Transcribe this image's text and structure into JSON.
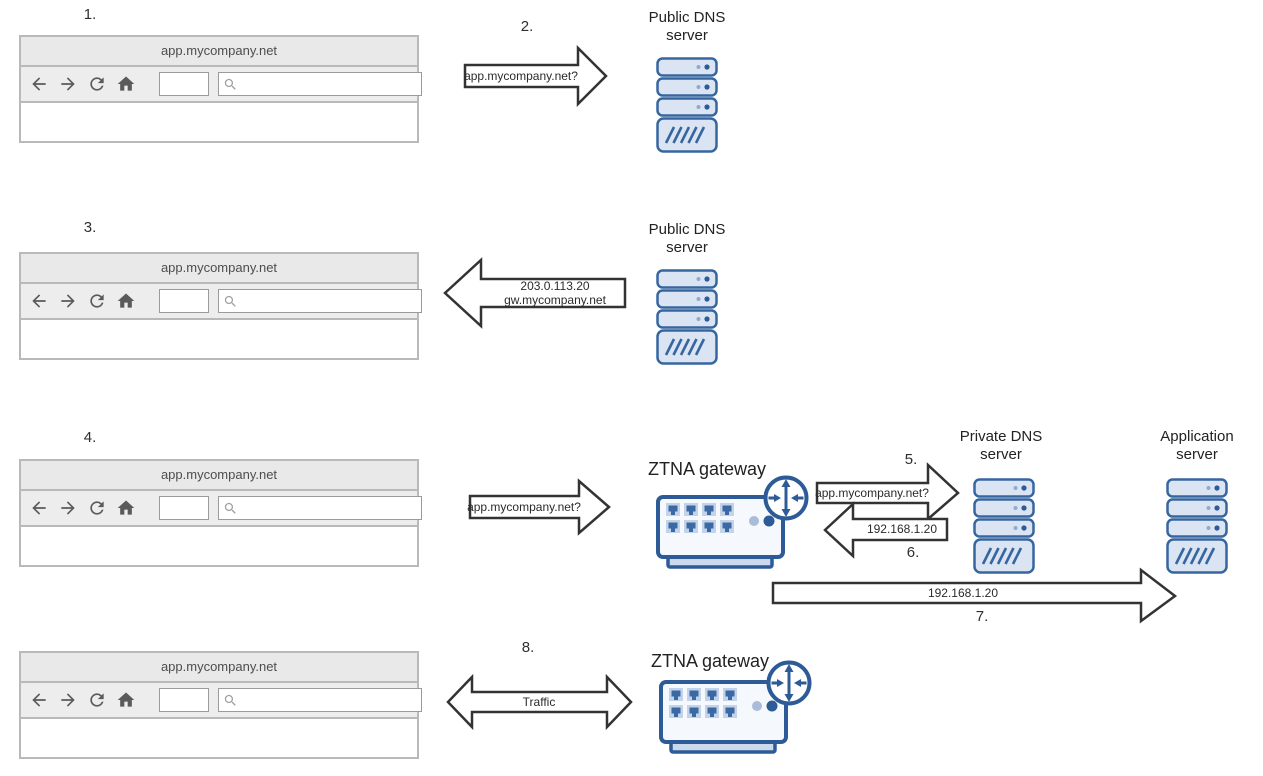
{
  "colors": {
    "server_fill": "#dbe4f2",
    "server_stroke": "#36669f",
    "gateway_stroke": "#2d5b97",
    "gateway_fill": "#f5f8fc",
    "arrow_stroke": "#333333",
    "browser_chrome": "#e9e9e9",
    "browser_border": "#b9b9b9",
    "icon_gray": "#5a5a5a"
  },
  "steps": {
    "s1": "1.",
    "s2": "2.",
    "s3": "3.",
    "s4": "4.",
    "s5": "5.",
    "s6": "6.",
    "s7": "7.",
    "s8": "8."
  },
  "browsers": [
    {
      "url": "app.mycompany.net"
    },
    {
      "url": "app.mycompany.net"
    },
    {
      "url": "app.mycompany.net"
    },
    {
      "url": "app.mycompany.net"
    }
  ],
  "browser_icons": [
    "back-arrow",
    "forward-arrow",
    "refresh",
    "home",
    "search-magnifier"
  ],
  "nodes": {
    "public_dns_top": {
      "line1": "Public DNS",
      "line2": "server"
    },
    "public_dns_mid": {
      "line1": "Public DNS",
      "line2": "server"
    },
    "private_dns": {
      "line1": "Private DNS",
      "line2": "server"
    },
    "application_server": {
      "line1": "Application",
      "line2": "server"
    },
    "ztna_gateway_main": {
      "label": "ZTNA gateway"
    },
    "ztna_gateway_bottom": {
      "label": "ZTNA gateway"
    }
  },
  "arrows": {
    "dns_query_public": {
      "label": "app.mycompany.net?",
      "direction": "right"
    },
    "dns_response_public": {
      "line1": "203.0.113.20",
      "line2": "gw.mycompany.net",
      "direction": "left"
    },
    "dns_query_gateway": {
      "label": "app.mycompany.net?",
      "direction": "right"
    },
    "dns_query_private": {
      "label": "app.mycompany.net?",
      "direction": "right"
    },
    "dns_response_private": {
      "label": "192.168.1.20",
      "direction": "left"
    },
    "forward_to_app": {
      "label": "192.168.1.20",
      "direction": "right"
    },
    "traffic": {
      "label": "Traffic",
      "direction": "both"
    }
  }
}
